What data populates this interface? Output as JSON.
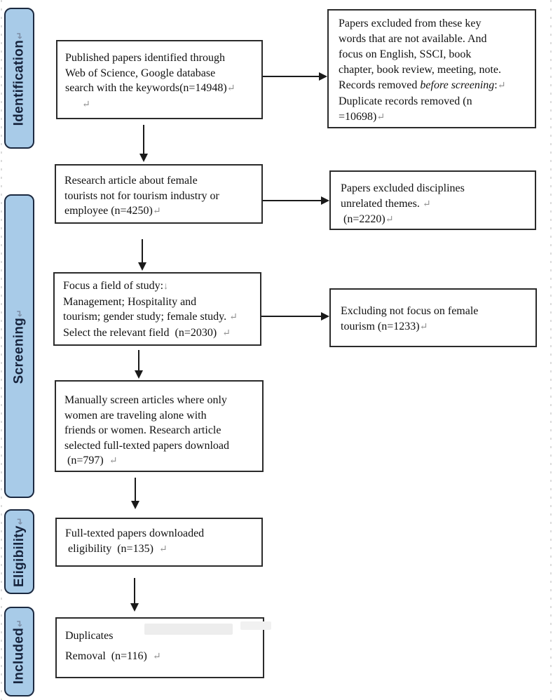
{
  "colors": {
    "stage_fill": "#a8cbe8",
    "stage_border": "#1b2940",
    "stage_text": "#16233c",
    "box_border": "#2b2b2b",
    "arrow": "#1a1a1a",
    "mark_gray": "#909090"
  },
  "sidebar": {
    "items": [
      {
        "label": "Identification",
        "mark": "↵"
      },
      {
        "label": "Screening",
        "mark": "↵"
      },
      {
        "label": "Eligibility",
        "mark": "↵"
      },
      {
        "label": "Included",
        "mark": "↵"
      }
    ]
  },
  "boxes": {
    "main1": [
      [
        {
          "t": "Published papers identified through"
        }
      ],
      [
        {
          "t": "Web of Science, Google database"
        }
      ],
      [
        {
          "t": "search with the keywords(n=14948)"
        },
        {
          "t": "↵",
          "s": "m"
        }
      ],
      [
        {
          "t": "      "
        },
        {
          "t": "↵",
          "s": "m"
        }
      ]
    ],
    "right1": [
      [
        {
          "t": "Papers excluded from these key"
        }
      ],
      [
        {
          "t": "words that are not available. And"
        }
      ],
      [
        {
          "t": "focus on English, SSCI, book"
        }
      ],
      [
        {
          "t": "chapter, book review, meeting, note."
        }
      ],
      [
        {
          "t": "Records removed "
        },
        {
          "t": "before screening",
          "s": "i"
        },
        {
          "t": ":"
        },
        {
          "t": "↵",
          "s": "m"
        }
      ],
      [
        {
          "t": "Duplicate records removed (n"
        }
      ],
      [
        {
          "t": "=10698)"
        },
        {
          "t": "↵",
          "s": "m"
        }
      ]
    ],
    "main2": [
      [
        {
          "t": "Research article about female"
        }
      ],
      [
        {
          "t": "tourists not for tourism industry or"
        }
      ],
      [
        {
          "t": "employee (n=4250)"
        },
        {
          "t": "↵",
          "s": "m"
        }
      ]
    ],
    "right2": [
      [
        {
          "t": "Papers excluded disciplines"
        }
      ],
      [
        {
          "t": "unrelated themes. "
        },
        {
          "t": "↵",
          "s": "m"
        }
      ],
      [
        {
          "t": " (n=2220)"
        },
        {
          "t": "↵",
          "s": "m"
        }
      ]
    ],
    "main3": [
      [
        {
          "t": "Focus a field of study:"
        },
        {
          "t": "↓",
          "s": "m"
        }
      ],
      [
        {
          "t": "Management; Hospitality and"
        }
      ],
      [
        {
          "t": "tourism; gender study; female study. "
        },
        {
          "t": "↵",
          "s": "m"
        }
      ],
      [
        {
          "t": "Select the relevant field  (n=2030)  "
        },
        {
          "t": "↵",
          "s": "m"
        }
      ]
    ],
    "right3": [
      [
        {
          "t": "Excluding not focus on female"
        }
      ],
      [
        {
          "t": "tourism (n=1233)"
        },
        {
          "t": "↵",
          "s": "m"
        }
      ]
    ],
    "main4": [
      [
        {
          "t": "Manually screen articles where only"
        }
      ],
      [
        {
          "t": "women are traveling alone with"
        }
      ],
      [
        {
          "t": "friends or women. Research article"
        }
      ],
      [
        {
          "t": "selected full-texted papers download"
        }
      ],
      [
        {
          "t": " (n=797)  "
        },
        {
          "t": "↵",
          "s": "m"
        }
      ]
    ],
    "main5": [
      [
        {
          "t": "Full-texted papers downloaded"
        }
      ],
      [
        {
          "t": " eligibility  (n=135)  "
        },
        {
          "t": "↵",
          "s": "m"
        }
      ]
    ],
    "main6": [
      [
        {
          "t": "Duplicates"
        }
      ],
      [
        {
          "t": "Removal  (n=116)  "
        },
        {
          "t": "↵",
          "s": "m"
        }
      ]
    ]
  }
}
